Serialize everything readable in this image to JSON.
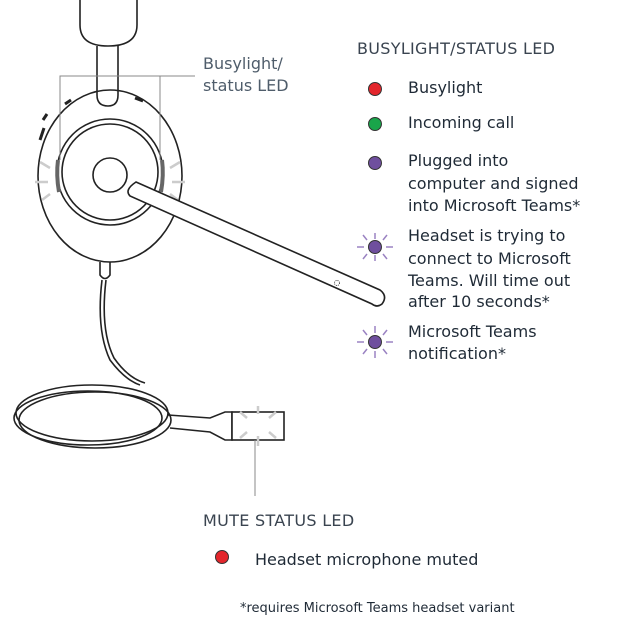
{
  "callout_top": {
    "line1": "Busylight/",
    "line2": "status LED"
  },
  "busylight_section": {
    "title": "BUSYLIGHT/STATUS LED",
    "items": [
      {
        "icon": "solid-dot",
        "color": "#e3262c",
        "lines": [
          "Busylight"
        ]
      },
      {
        "icon": "solid-dot",
        "color": "#19a54a",
        "lines": [
          "Incoming call"
        ]
      },
      {
        "icon": "solid-dot",
        "color": "#6f4f9e",
        "lines": [
          "Plugged into",
          "computer and signed",
          "into Microsoft Teams*"
        ]
      },
      {
        "icon": "flashing-dot",
        "color": "#6f4f9e",
        "lines": [
          "Headset is trying to",
          "connect to Microsoft",
          "Teams. Will time out",
          "after 10 seconds*"
        ]
      },
      {
        "icon": "flashing-dot",
        "color": "#6f4f9e",
        "lines": [
          "Microsoft Teams",
          "notification*"
        ]
      }
    ]
  },
  "mute_section": {
    "title": "MUTE STATUS LED",
    "item": {
      "icon": "solid-dot",
      "color": "#e3262c",
      "label": "Headset microphone muted"
    }
  },
  "footnote": "*requires Microsoft Teams headset variant"
}
